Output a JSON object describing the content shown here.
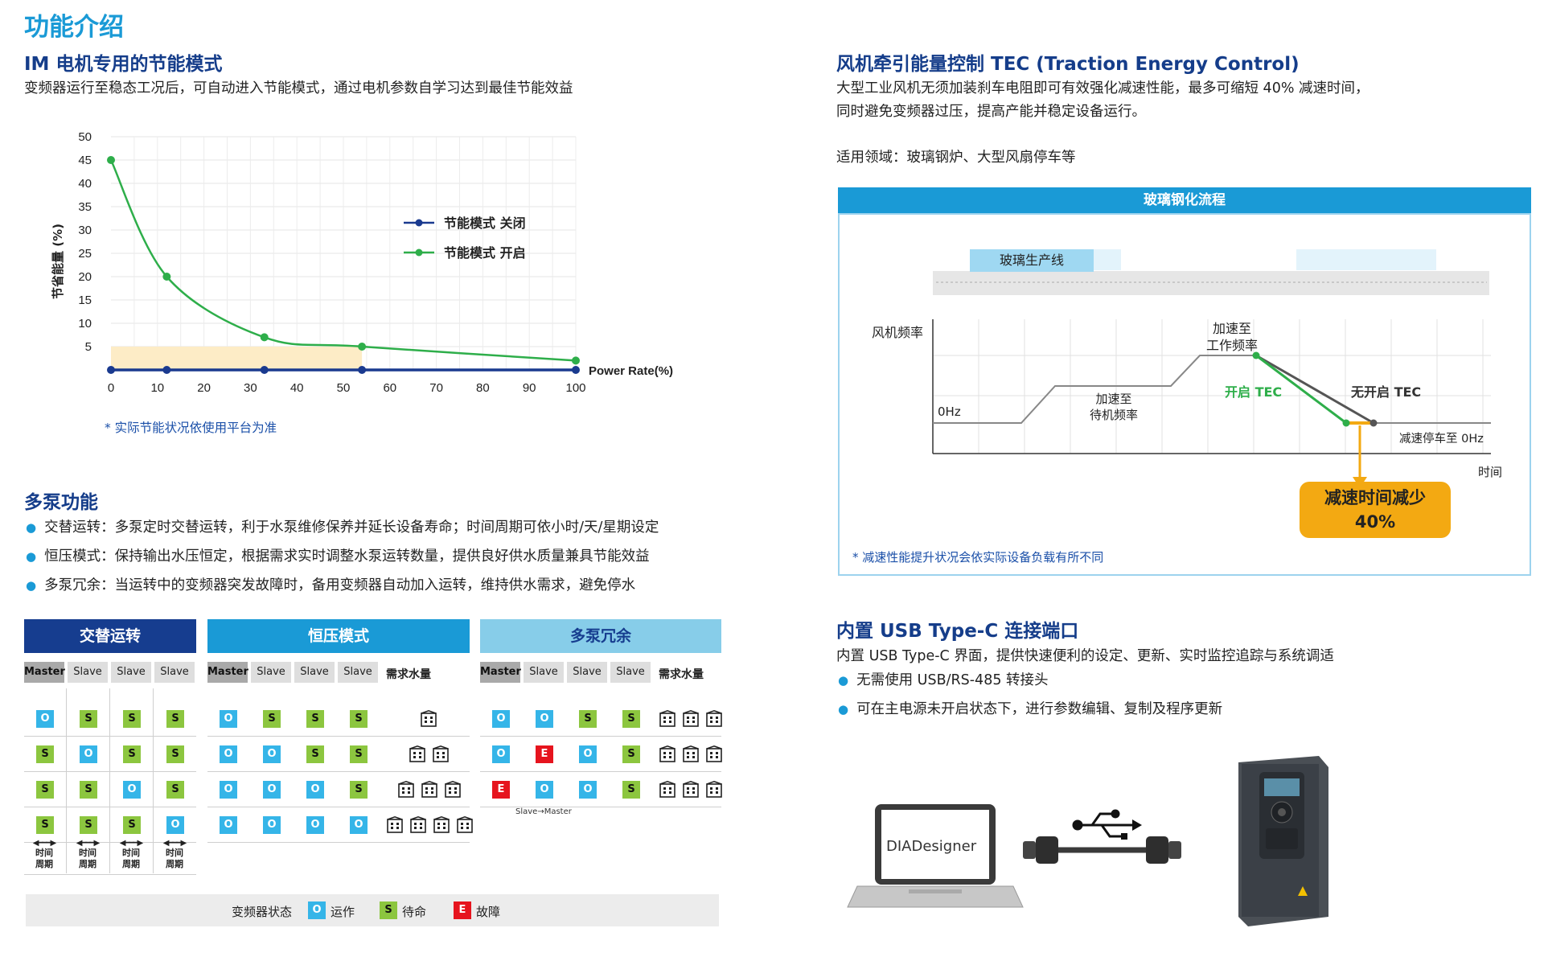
{
  "page_title": "功能介绍",
  "im": {
    "title": "IM 电机专用的节能模式",
    "desc": "变频器运行至稳态工况后，可自动进入节能模式，通过电机参数自学习达到最佳节能效益",
    "note": "* 实际节能状况依使用平台为准"
  },
  "chart_data": {
    "type": "line",
    "ylabel": "节省能量 (%)",
    "xlabel": "Power Rate(%)",
    "x_ticks": [
      "0",
      "10",
      "20",
      "30",
      "40",
      "50",
      "60",
      "70",
      "80",
      "90",
      "100"
    ],
    "y_ticks": [
      "5",
      "10",
      "15",
      "20",
      "25",
      "30",
      "35",
      "40",
      "45",
      "50"
    ],
    "xlim": [
      0,
      100
    ],
    "ylim": [
      0,
      50
    ],
    "grid": true,
    "legend_position": "center-right",
    "series": [
      {
        "name": "节能模式 关闭",
        "color": "#1a3a8f",
        "x": [
          0,
          12,
          33,
          54,
          100
        ],
        "y": [
          0,
          0,
          0,
          0,
          0
        ]
      },
      {
        "name": "节能模式 开启",
        "color": "#2eae4a",
        "x": [
          0,
          12,
          33,
          54,
          100
        ],
        "y": [
          45,
          20,
          7,
          5,
          2
        ]
      }
    ],
    "shaded_region": {
      "x": [
        0,
        54
      ],
      "y": [
        0,
        5
      ],
      "color": "#fdecc6"
    }
  },
  "multipump": {
    "title": "多泵功能",
    "bullets": [
      "交替运转：多泵定时交替运转，利于水泵维修保养并延长设备寿命；时间周期可依小时/天/星期设定",
      "恒压模式：保持输出水压恒定，根据需求实时调整水泵运转数量，提供良好供水质量兼具节能效益",
      "多泵冗余：当运转中的变频器突发故障时，备用变频器自动加入运转，维持供水需求，避免停水"
    ],
    "tables": [
      {
        "title": "交替运转",
        "color": "#163d8f",
        "headers": [
          "Master",
          "Slave",
          "Slave",
          "Slave"
        ],
        "rows": [
          [
            "O",
            "S",
            "S",
            "S"
          ],
          [
            "S",
            "O",
            "S",
            "S"
          ],
          [
            "S",
            "S",
            "O",
            "S"
          ],
          [
            "S",
            "S",
            "S",
            "O"
          ]
        ],
        "period": "时间\n周期"
      },
      {
        "title": "恒压模式",
        "color": "#1a9ad6",
        "headers": [
          "Master",
          "Slave",
          "Slave",
          "Slave"
        ],
        "demand_header": "需求水量",
        "rows": [
          [
            "O",
            "S",
            "S",
            "S"
          ],
          [
            "O",
            "O",
            "S",
            "S"
          ],
          [
            "O",
            "O",
            "O",
            "S"
          ],
          [
            "O",
            "O",
            "O",
            "O"
          ]
        ],
        "demand": [
          1,
          2,
          3,
          4
        ]
      },
      {
        "title": "多泵冗余",
        "color": "#87cde9",
        "headers": [
          "Master",
          "Slave",
          "Slave",
          "Slave"
        ],
        "demand_header": "需求水量",
        "rows": [
          [
            "O",
            "O",
            "S",
            "S"
          ],
          [
            "O",
            "E",
            "O",
            "S"
          ],
          [
            "E",
            "O",
            "O",
            "S"
          ]
        ],
        "demand": [
          3,
          3,
          3
        ],
        "note": "Slave→Master"
      }
    ],
    "legend": {
      "label": "变频器状态",
      "items": [
        {
          "key": "O",
          "text": "运作"
        },
        {
          "key": "S",
          "text": "待命"
        },
        {
          "key": "E",
          "text": "故障"
        }
      ]
    }
  },
  "tec": {
    "title": "风机牵引能量控制 TEC (Traction Energy Control)",
    "desc1": "大型工业风机无须加装刹车电阻即可有效强化减速性能，最多可缩短 40% 减速时间，",
    "desc2": "同时避免变频器过压，提高产能并稳定设备运行。",
    "apply": "适用领域：玻璃钢炉、大型风扇停车等",
    "box_title": "玻璃钢化流程",
    "line_label": "玻璃生产线",
    "y_label": "风机频率",
    "zero_label": "0Hz",
    "label_standby": "加速至\n待机频率",
    "label_work": "加速至\n工作频率",
    "label_tec_on": "开启 TEC",
    "label_tec_off": "无开启 TEC",
    "label_stop": "减速停车至 0Hz",
    "x_label": "时间",
    "callout1": "减速时间减少",
    "callout2": "40%",
    "note": "* 减速性能提升状况会依实际设备负载有所不同"
  },
  "usb": {
    "title": "内置 USB Type-C 连接端口",
    "desc": "内置 USB Type-C 界面，提供快速便利的设定、更新、实时监控追踪与系统调适",
    "bullets": [
      "无需使用 USB/RS-485 转接头",
      "可在主电源未开启状态下，进行参数编辑、复制及程序更新"
    ],
    "software": "DIADesigner"
  }
}
